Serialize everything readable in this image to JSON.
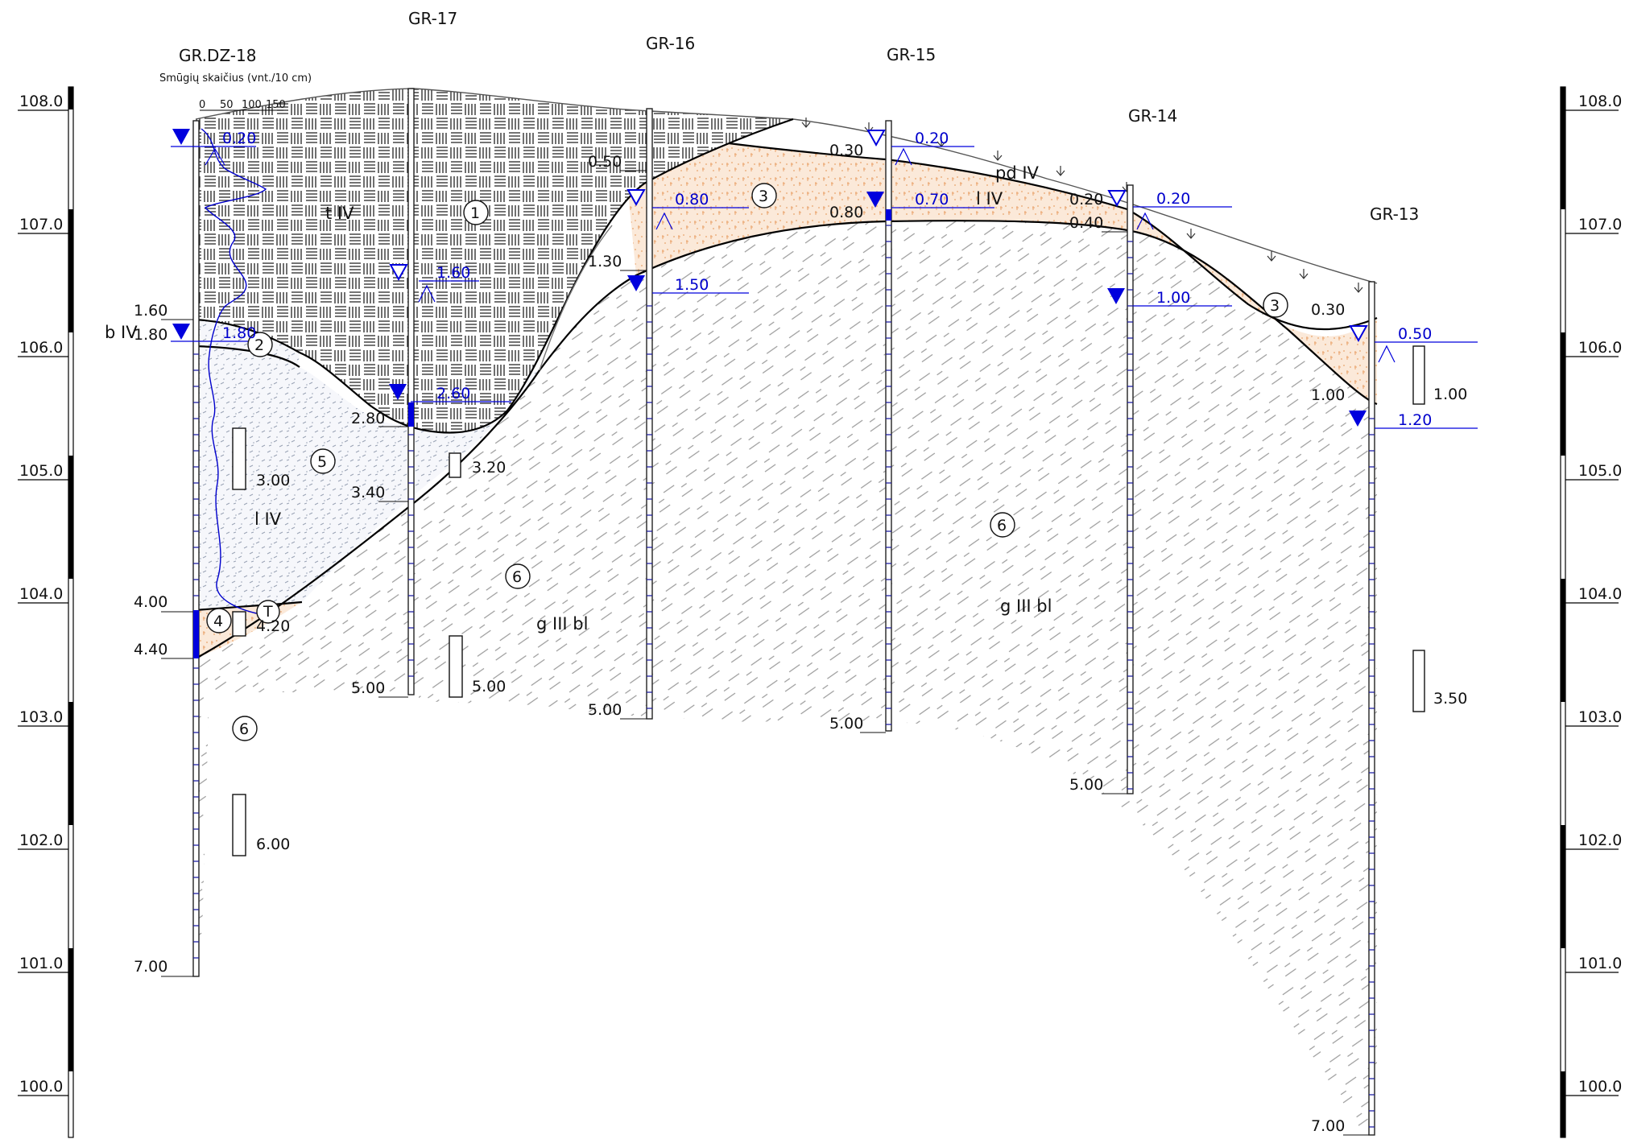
{
  "scale_labels": [
    "108.0",
    "107.0",
    "106.0",
    "105.0",
    "104.0",
    "103.0",
    "102.0",
    "101.0",
    "100.0"
  ],
  "boreholes": {
    "dz18": {
      "name": "GR.DZ-18",
      "sub": "Smūgių skaičius (vnt./10 cm)",
      "ticks": [
        "0",
        "50",
        "100",
        "150"
      ]
    },
    "gr17": {
      "name": "GR-17"
    },
    "gr16": {
      "name": "GR-16"
    },
    "gr15": {
      "name": "GR-15"
    },
    "gr14": {
      "name": "GR-14"
    },
    "gr13": {
      "name": "GR-13"
    }
  },
  "depths": {
    "d1_60": "1.60",
    "d1_80": "1.80",
    "d4_00": "4.00",
    "d4_40": "4.40",
    "d7_00a": "7.00",
    "d2_80": "2.80",
    "d3_40": "3.40",
    "d5_00a": "5.00",
    "d0_50": "0.50",
    "d1_30": "1.30",
    "d5_00b": "5.00",
    "d0_30a": "0.30",
    "d0_80": "0.80",
    "d5_00c": "5.00",
    "d0_20": "0.20",
    "d0_40": "0.40",
    "d5_00d": "5.00",
    "d0_30b": "0.30",
    "d1_00": "1.00",
    "d7_00b": "7.00"
  },
  "water_levels": {
    "w1": "0.20",
    "w2": "1.80",
    "w3": "1.60",
    "w4": "2.60",
    "w5": "0.80",
    "w6": "1.50",
    "w7": "0.20",
    "w8": "0.70",
    "w9": "0.20",
    "w10": "1.00",
    "w11": "0.50",
    "w12": "1.20"
  },
  "samples": {
    "s1": "3.00",
    "s2": "4.20",
    "s3": "6.00",
    "s4": "3.20",
    "s5": "5.00",
    "s6": "1.00",
    "s7": "3.50"
  },
  "geology": {
    "tIV": "t IV",
    "bIV": "b IV",
    "lIV_a": "l IV",
    "lIV_b": "l IV",
    "pdIV": "pd IV",
    "gIIIbl_a": "g III bl",
    "gIIIbl_b": "g III bl"
  },
  "layers": {
    "n1": "1",
    "n2": "2",
    "n3a": "3",
    "n3b": "3",
    "n4": "4",
    "n5": "5",
    "n6a": "6",
    "n6b": "6",
    "n6c": "6",
    "nT": "T"
  }
}
